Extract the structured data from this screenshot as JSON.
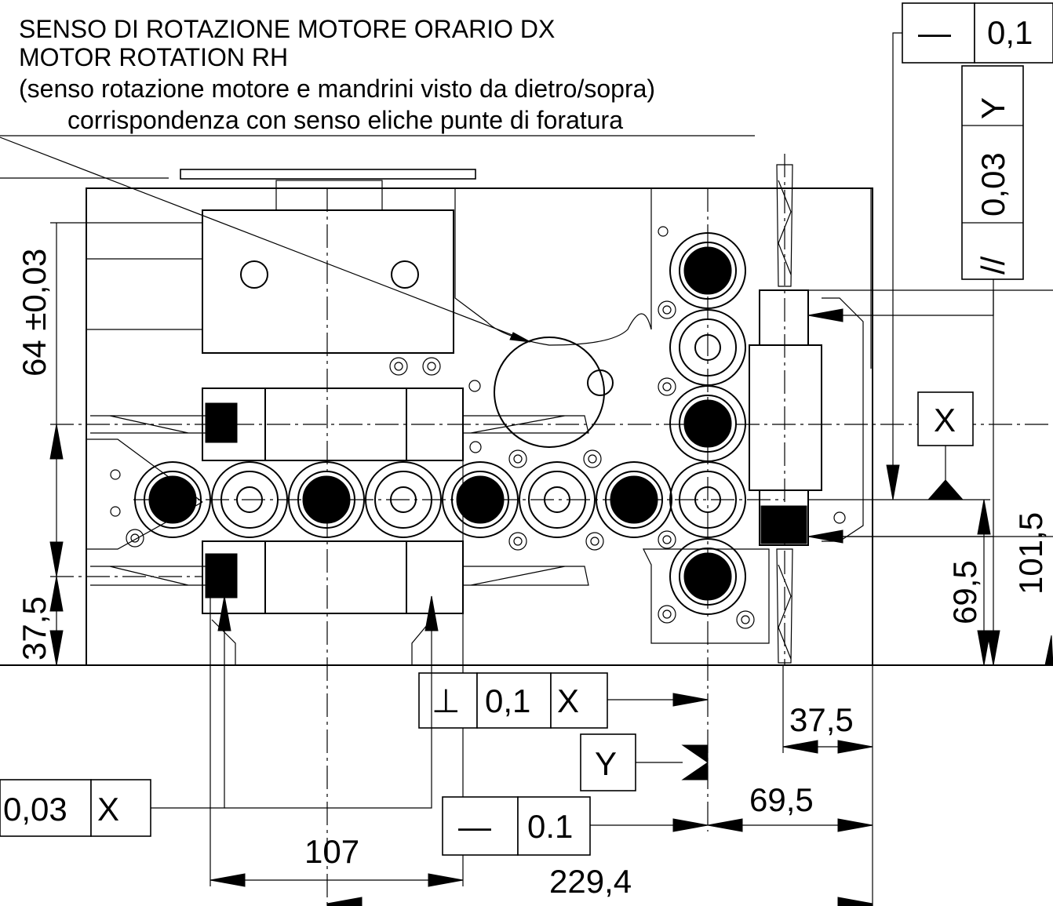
{
  "notes": {
    "line1": "SENSO DI ROTAZIONE MOTORE ORARIO DX",
    "line2": "MOTOR ROTATION RH",
    "line3": "(senso rotazione motore e mandrini visto da dietro/sopra)",
    "line4": "corrispondenza con senso eliche punte di foratura"
  },
  "dimensions": {
    "d64": "64 ±0,03",
    "d37_5_left": "37,5",
    "d107": "107",
    "d229_4": "229,4",
    "d69_5_bottom": "69,5",
    "d37_5_bottom": "37,5",
    "d69_5_right": "69,5",
    "d101_5": "101,5"
  },
  "tolerance_frames": {
    "top_right": {
      "symbol": "—",
      "value": "0,1"
    },
    "vertical_right": {
      "symbol": "//",
      "value": "0,03",
      "datum": "Y"
    },
    "perpendicularity": {
      "symbol": "⊥",
      "value": "0,1",
      "datum": "X"
    },
    "flatness_bottom": {
      "symbol": "—",
      "value": "0.1"
    },
    "left_bottom": {
      "value": "0,03",
      "datum": "X"
    }
  },
  "datums": {
    "x": "X",
    "y": "Y"
  }
}
